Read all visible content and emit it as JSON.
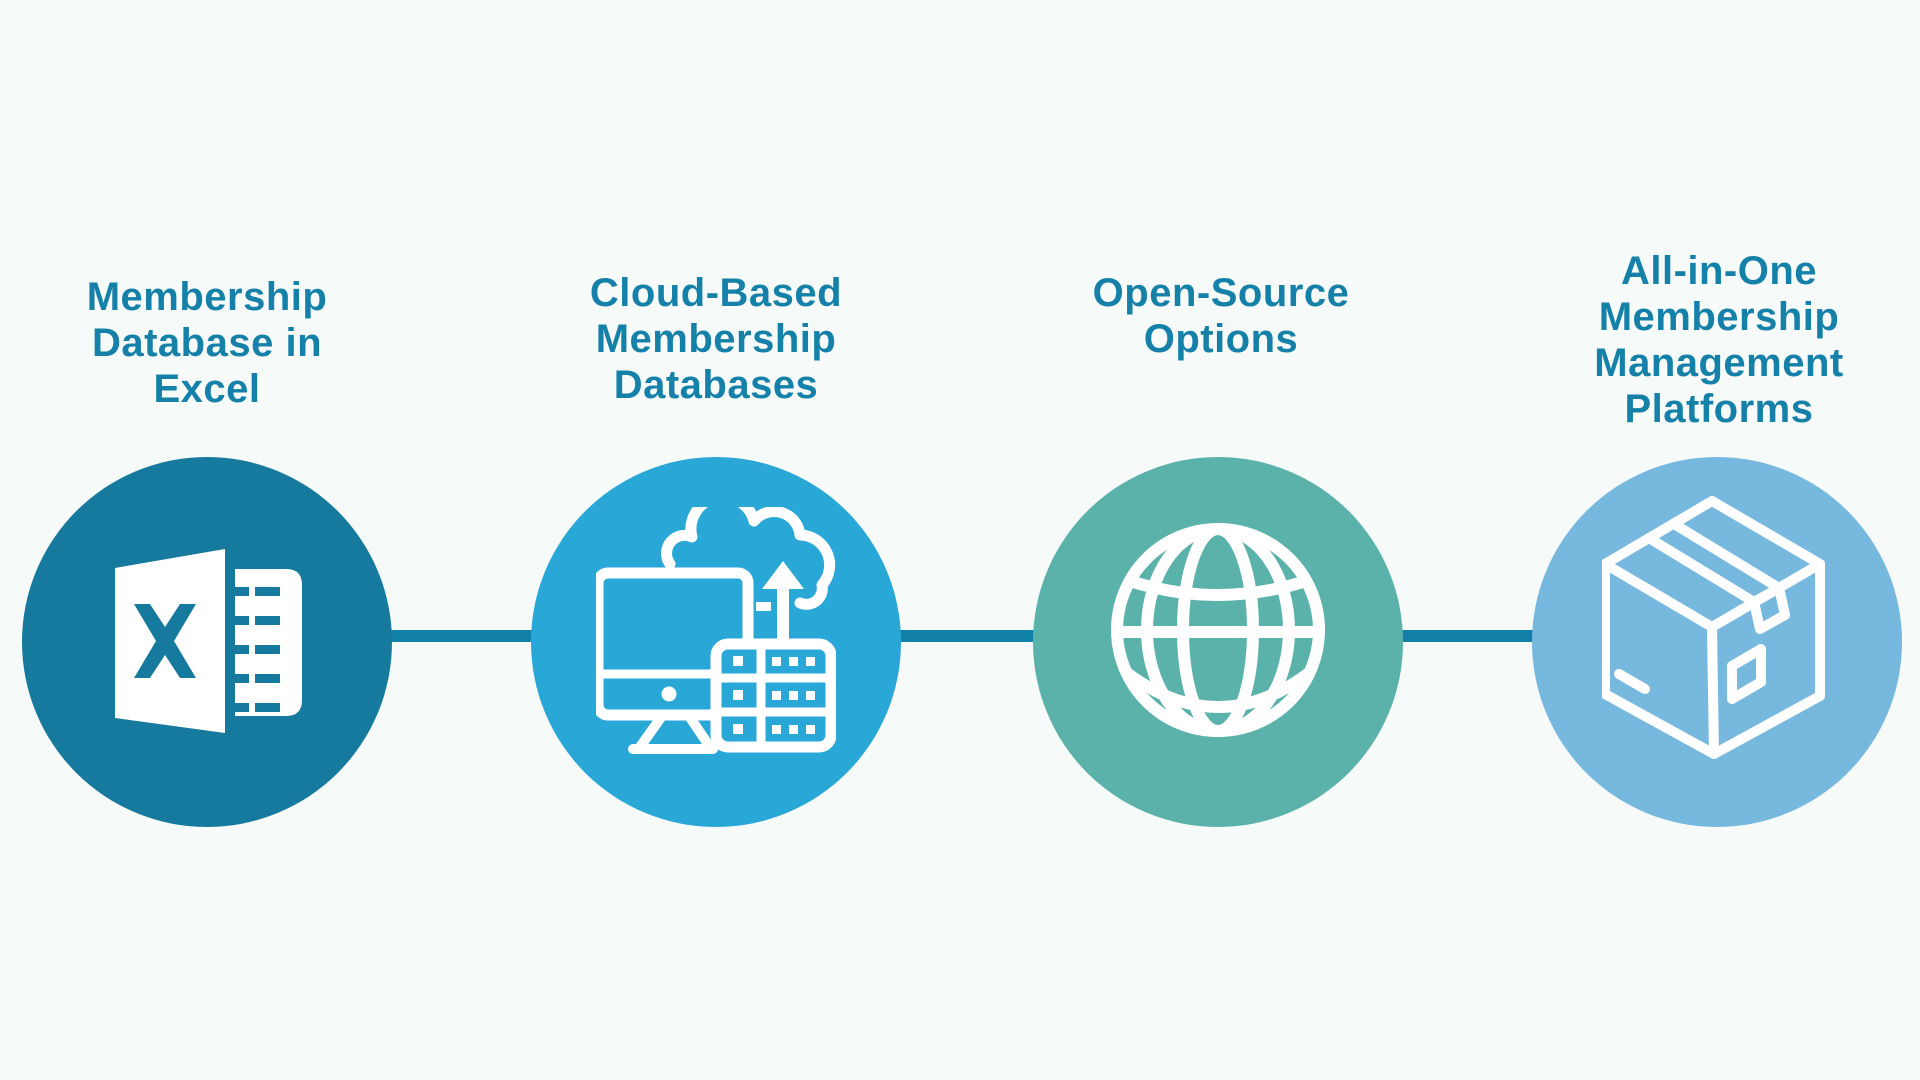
{
  "diagram": {
    "title": "",
    "background_color": "#f6faf9",
    "label_text_color": "#1581a9",
    "connector_color": "#1181aa",
    "items": [
      {
        "label": "Membership\nDatabase in\nExcel",
        "icon": "excel-icon",
        "color": "#16799e"
      },
      {
        "label": "Cloud-Based\nMembership\nDatabases",
        "icon": "cloud-database-icon",
        "color": "#29a7d7"
      },
      {
        "label": "Open-Source\nOptions",
        "icon": "globe-icon",
        "color": "#5bb2aa"
      },
      {
        "label": "All-in-One\nMembership\nManagement\nPlatforms",
        "icon": "package-box-icon",
        "color": "#77b8df"
      }
    ]
  }
}
